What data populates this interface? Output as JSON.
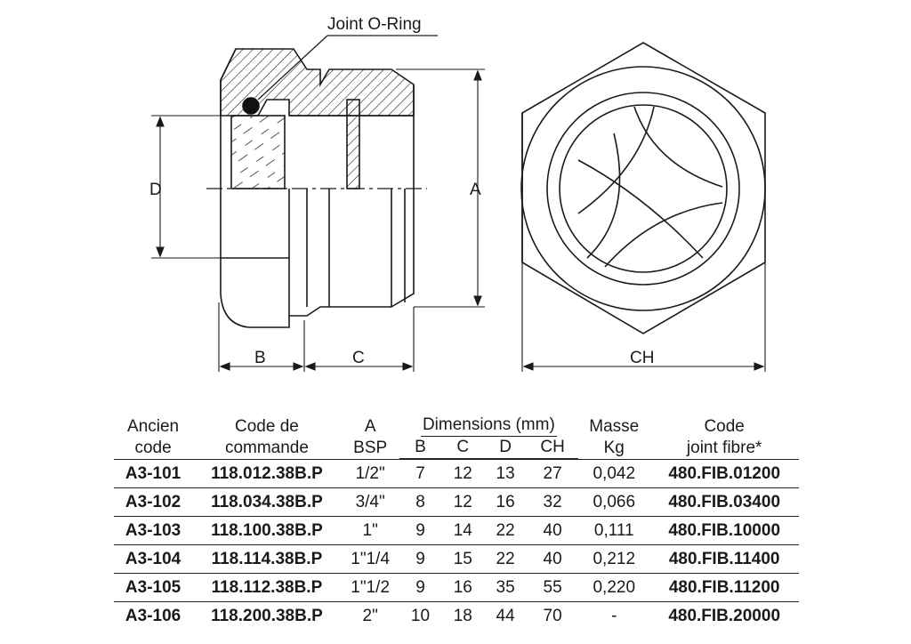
{
  "drawing": {
    "callout": "Joint O-Ring",
    "dim_labels": {
      "A": "A",
      "B": "B",
      "C": "C",
      "D": "D",
      "CH": "CH"
    }
  },
  "table": {
    "headers": {
      "ancien_code": [
        "Ancien",
        "code"
      ],
      "code_commande": [
        "Code de",
        "commande"
      ],
      "a_bsp": [
        "A",
        "BSP"
      ],
      "dimensions": "Dimensions (mm)",
      "dim_cols": [
        "B",
        "C",
        "D",
        "CH"
      ],
      "masse": [
        "Masse",
        "Kg"
      ],
      "code_joint": [
        "Code",
        "joint fibre*"
      ]
    },
    "rows": [
      {
        "ancien": "A3-101",
        "code": "118.012.38B.P",
        "bsp": "1/2\"",
        "b": "7",
        "c": "12",
        "d": "13",
        "ch": "27",
        "masse": "0,042",
        "joint": "480.FIB.01200"
      },
      {
        "ancien": "A3-102",
        "code": "118.034.38B.P",
        "bsp": "3/4\"",
        "b": "8",
        "c": "12",
        "d": "16",
        "ch": "32",
        "masse": "0,066",
        "joint": "480.FIB.03400"
      },
      {
        "ancien": "A3-103",
        "code": "118.100.38B.P",
        "bsp": "1\"",
        "b": "9",
        "c": "14",
        "d": "22",
        "ch": "40",
        "masse": "0,111",
        "joint": "480.FIB.10000"
      },
      {
        "ancien": "A3-104",
        "code": "118.114.38B.P",
        "bsp": "1\"1/4",
        "b": "9",
        "c": "15",
        "d": "22",
        "ch": "40",
        "masse": "0,212",
        "joint": "480.FIB.11400"
      },
      {
        "ancien": "A3-105",
        "code": "118.112.38B.P",
        "bsp": "1\"1/2",
        "b": "9",
        "c": "16",
        "d": "35",
        "ch": "55",
        "masse": "0,220",
        "joint": "480.FIB.11200"
      },
      {
        "ancien": "A3-106",
        "code": "118.200.38B.P",
        "bsp": "2\"",
        "b": "10",
        "c": "18",
        "d": "44",
        "ch": "70",
        "masse": "-",
        "joint": "480.FIB.20000"
      }
    ]
  }
}
